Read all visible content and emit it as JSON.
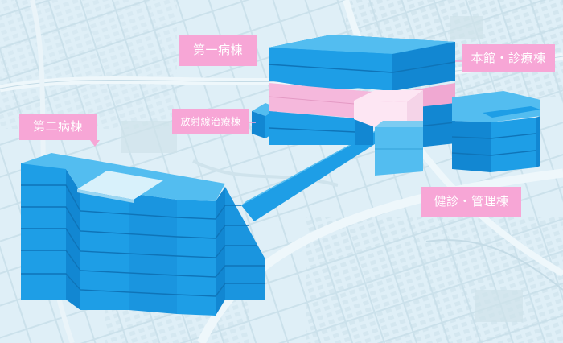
{
  "labels": {
    "ward2": "第二病棟",
    "ward1": "第一病棟",
    "radiotherapy": "放射線治療棟",
    "main": "本館・診療棟",
    "admin": "健診・管理棟"
  },
  "colors": {
    "label_bg": "#f7a6d6",
    "block_top": "#53bdf0",
    "block_front": "#1e9ee6",
    "block_side": "#1287d2",
    "highlight_top": "#fde6f3",
    "highlight_front": "#f5b8dc",
    "roof_light": "#d8f1fb",
    "map_base": "#dfeff7"
  }
}
